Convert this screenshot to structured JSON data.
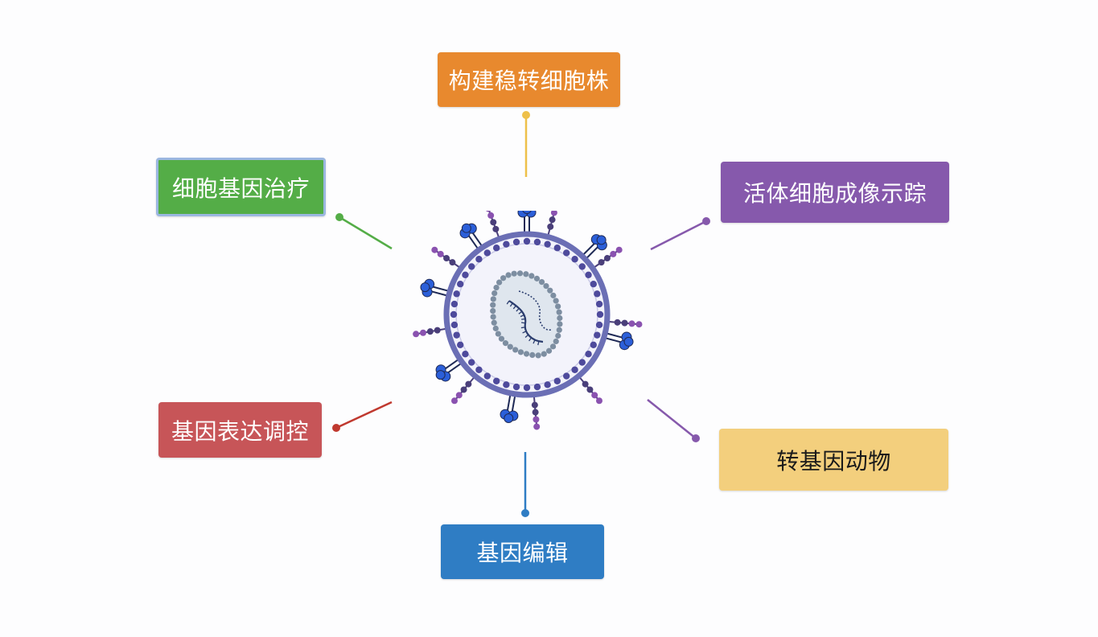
{
  "center": {
    "icon": "virus-particle-icon"
  },
  "applications": {
    "top": {
      "label": "构建稳转细胞株",
      "color": "#e8892e",
      "text_color": "#ffffff"
    },
    "upper_left": {
      "label": "细胞基因治疗",
      "color": "#54ad47",
      "text_color": "#ffffff",
      "border_color": "#9bb7e0"
    },
    "upper_right": {
      "label": "活体细胞成像示踪",
      "color": "#8659ac",
      "text_color": "#ffffff"
    },
    "lower_left": {
      "label": "基因表达调控",
      "color": "#c75558",
      "text_color": "#ffffff"
    },
    "lower_right": {
      "label": "转基因动物",
      "color": "#f3cf7d",
      "text_color": "#1a1a1a"
    },
    "bottom": {
      "label": "基因编辑",
      "color": "#2f7dc4",
      "text_color": "#ffffff"
    }
  },
  "connector_colors": {
    "top": "#eec04a",
    "upper_left": "#54ad47",
    "upper_right": "#8659ac",
    "lower_left": "#c0392f",
    "lower_right": "#8659ac",
    "bottom": "#2f7dc4"
  },
  "virus_colors": {
    "envelope": "#6b6fb5",
    "envelope_inner": "#f3f3fb",
    "membrane_dots": "#4e4a9c",
    "core_fill": "#dfe6ee",
    "core_dots": "#7d8ea1",
    "rna": "#2b3d6e",
    "glycoprotein": "#2b5fd9",
    "glycoprotein_stalk": "#1f2a56",
    "spike_purple": "#8a52b0",
    "spike_dark": "#4a3f7a"
  }
}
